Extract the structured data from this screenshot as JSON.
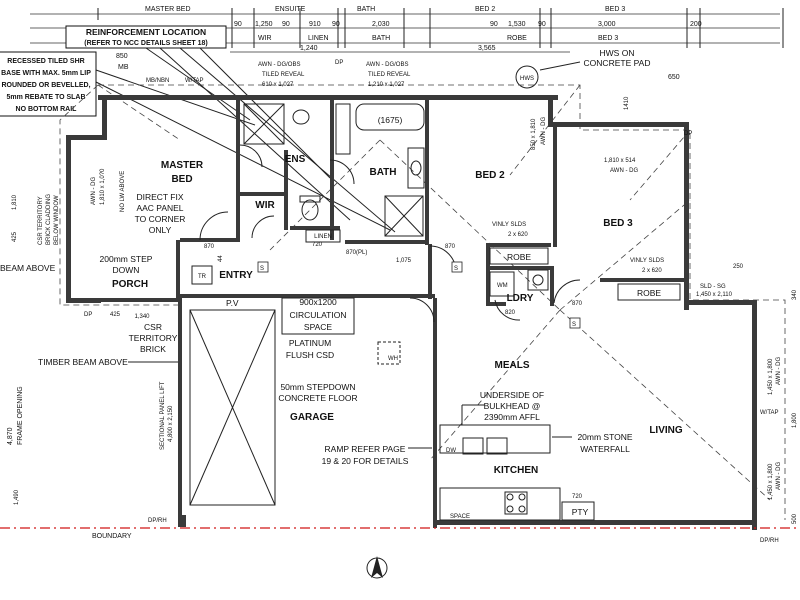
{
  "top_dims_row1": [
    "MASTER BED",
    "ENSUITE",
    "BATH",
    "BED 2",
    "BED 3"
  ],
  "top_dims_row2": [
    "1,250",
    "910",
    "2,030",
    "1,530",
    "3,000"
  ],
  "top_dims_row2_small": [
    "90",
    "90",
    "90",
    "90",
    "90",
    "200"
  ],
  "top_labels_row3": [
    "WIR",
    "LINEN",
    "BATH",
    "ROBE",
    "BED 3"
  ],
  "top_dims_row4": [
    "1,240",
    "3,565"
  ],
  "callouts": {
    "reinforcement": [
      "REINFORCEMENT LOCATION",
      "(REFER TO NCC DETAILS SHEET 18)"
    ],
    "recessed": [
      "RECESSED TILED SHR",
      "BASE WITH MAX. 5mm LIP",
      "ROUNDED OR BEVELLED,",
      "5mm REBATE TO SLAB",
      "NO BOTTOM RAIL"
    ],
    "hws": [
      "HWS ON",
      "CONCRETE PAD"
    ],
    "hws_symbol": "HWS",
    "dim_650": "650",
    "dim_850": "850",
    "mb": "MB",
    "mb_nbn": "MB/NBN",
    "wtap": "W/TAP"
  },
  "windows": {
    "ens": [
      "AWN - DG/OBS",
      "TILED REVEAL",
      "610 x 1,027"
    ],
    "bath": [
      "AWN - DG/OBS",
      "TILED REVEAL",
      "1,210 x 1,027"
    ],
    "dp": "DP",
    "bed2_side": [
      "850 x 1,810",
      "AWN - DG"
    ],
    "bed3_top": [
      "1,810 x 514",
      "AWN - DG"
    ],
    "bed2_sld": [
      "VINLY SLDS",
      "2 x 620"
    ],
    "bed3_sld": [
      "VINLY SLDS",
      "2 x 620"
    ],
    "sld_right": [
      "SLD - SG",
      "1,450 x 2,110"
    ],
    "master_left": [
      "AWN - DG",
      "1,810 x 1,0?0"
    ],
    "right_1": [
      "1,450 x 1,800",
      "AWN - DG"
    ],
    "right_2": [
      "1,450 x 1,800",
      "AWN - DG"
    ],
    "wtap_right": "W/TAP",
    "dim_250": "250",
    "dim_1410": "1410"
  },
  "rooms": {
    "master_bed": [
      "MASTER",
      "BED"
    ],
    "master_note": [
      "DIRECT FIX",
      "AAC PANEL",
      "TO CORNER",
      "ONLY"
    ],
    "ens": "ENS",
    "wir": "WIR",
    "bath": "BATH",
    "bath_size": "(1675)",
    "bed2": "BED 2",
    "bed3": "BED 3",
    "robe": "ROBE",
    "ldry": "LDRY",
    "wm": "WM",
    "linen": "LINEN",
    "entry": "ENTRY",
    "porch": "PORCH",
    "porch_note": [
      "200mm STEP",
      "DOWN"
    ],
    "garage": "GARAGE",
    "garage_note": [
      "50mm STEPDOWN",
      "CONCRETE FLOOR"
    ],
    "meals": "MEALS",
    "living": "LIVING",
    "kitchen": "KITCHEN",
    "dw": "DW",
    "pty": "PTY",
    "space": "SPACE",
    "tr": "TR"
  },
  "notes": {
    "circulation": [
      "900x1200",
      "CIRCULATION",
      "SPACE"
    ],
    "platinum": [
      "PLATINUM",
      "FLUSH CSD"
    ],
    "ramp": [
      "RAMP REFER PAGE",
      "19 & 20 FOR DETAILS"
    ],
    "bulkhead": [
      "UNDERSIDE OF",
      "BULKHEAD @",
      "2390mm AFFL"
    ],
    "waterfall": [
      "20mm STONE",
      "WATERFALL"
    ],
    "timber_beam": "TIMBER BEAM ABOVE",
    "beam_above": "BEAM ABOVE",
    "csr_wall": [
      "CSR TERRITORY",
      "BRICK CLADDING",
      "BELOW WINDOW"
    ],
    "csr_porch": [
      "1,340",
      "CSR",
      "TERRITORY",
      "BRICK"
    ],
    "no_lw": "NO LW ABOVE",
    "frame_opening": [
      "4,870",
      "FRAME OPENING"
    ],
    "sectional": [
      "SECTIONAL PANEL LIFT",
      "4,800 x 2,150"
    ],
    "boundary": "BOUNDARY",
    "dp_rh": "DP/RH",
    "pv": "P.V",
    "dp": "DP",
    "dim_870": "870",
    "dim_820": "820",
    "dim_720": "720",
    "dim_1075": "1,075",
    "dim_425": "425",
    "dim_1810": "1,810",
    "dim_1490": "1,490",
    "dim_1800": "1,800",
    "dim_500": "500",
    "dim_340": "340",
    "dim_44": "44",
    "smoke": "S",
    "wh": "WH",
    "pl": "870(PL)"
  }
}
